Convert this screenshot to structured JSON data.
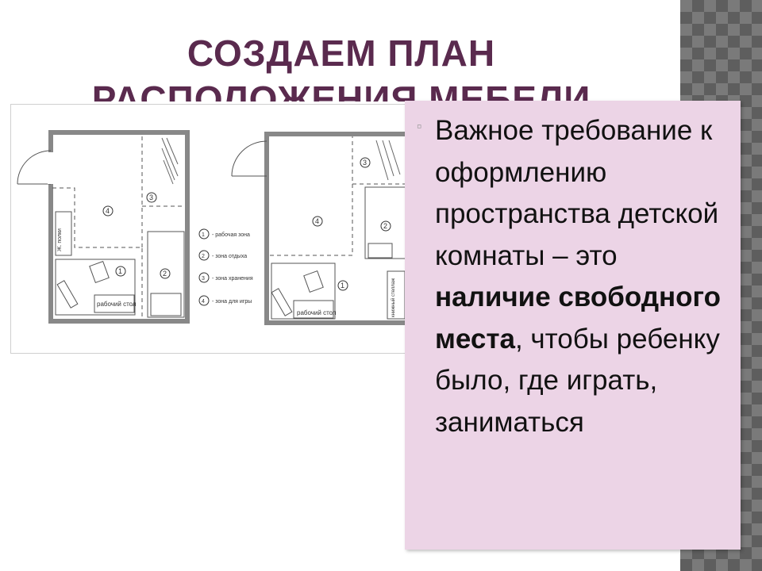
{
  "slide": {
    "title_line1": "СОЗДАЕМ ПЛАН",
    "title_line2": "РАСПОЛОЖЕНИЯ МЕБЕЛИ"
  },
  "plan": {
    "legend": [
      {
        "num": "1",
        "label": "- рабочая зона"
      },
      {
        "num": "2",
        "label": "- зона отдыха"
      },
      {
        "num": "3",
        "label": "- зона хранения"
      },
      {
        "num": "4",
        "label": "- зона для игры"
      }
    ],
    "desk_label_left": "рабочий стол",
    "desk_label_right": "рабочий стол",
    "shelf_label_left": "Ж. полки",
    "shelf_label_right": "книжный стеллаж",
    "zone_nums": [
      "1",
      "2",
      "3",
      "4"
    ]
  },
  "card": {
    "bullet_icon": "square-bullet",
    "text_part1": "Важное требование к оформлению пространства детской комнаты – это ",
    "text_bold": "наличие свободного места",
    "text_part2": ", чтобы ребенку было, где играть, заниматься"
  },
  "colors": {
    "title": "#5a2a4e",
    "card_bg": "#ecd4e6",
    "pattern": "#7a7a7a"
  }
}
